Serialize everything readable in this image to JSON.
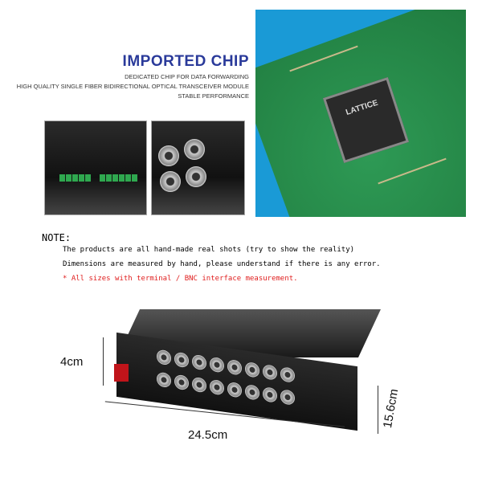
{
  "headline": "IMPORTED CHIP",
  "sub_lines": [
    "DEDICATED CHIP FOR DATA FORWARDING",
    "HIGH QUALITY SINGLE FIBER BIDIRECTIONAL OPTICAL TRANSCEIVER MODULE",
    "STABLE PERFORMANCE"
  ],
  "chip_label": "LATTICE",
  "note": {
    "title": "NOTE:",
    "lines": [
      "The products are all hand-made real shots (try to show the reality)",
      "Dimensions are measured by hand, please understand if there is any error."
    ],
    "warning": "* All sizes with terminal / BNC interface measurement."
  },
  "dimensions": {
    "height": "4cm",
    "width": "24.5cm",
    "depth": "15.6cm"
  },
  "colors": {
    "headline": "#2a3a9a",
    "warning": "#e02020",
    "chip_bg": "#1a9ad6"
  }
}
